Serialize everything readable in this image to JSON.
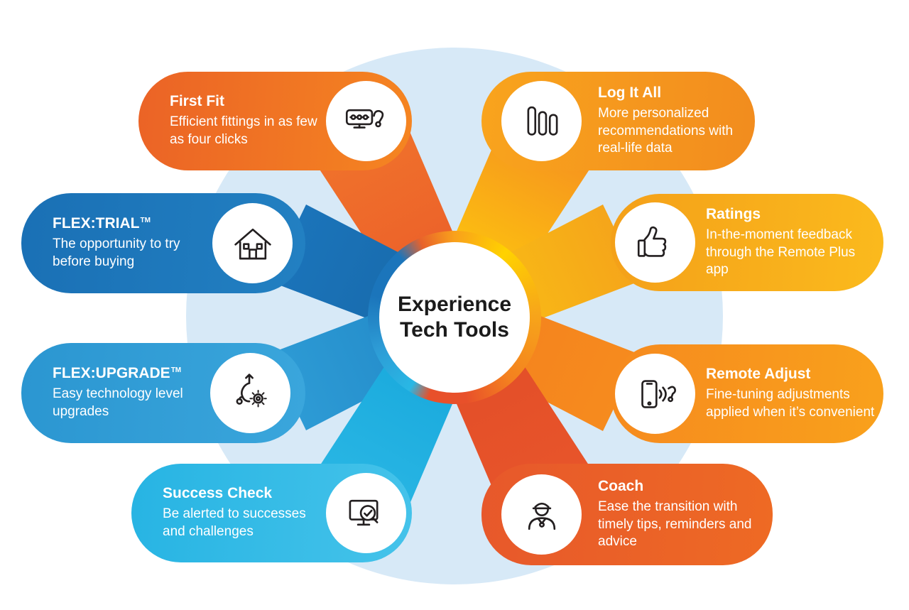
{
  "center": {
    "line1": "Experience",
    "line2": "Tech Tools"
  },
  "cards": {
    "first_fit": {
      "title": "First Fit",
      "body": "Efficient fittings in as few as four clicks"
    },
    "log_it_all": {
      "title": "Log It All",
      "body": "More personalized recommendations with real-life data"
    },
    "flex_trial": {
      "title": "FLEX:TRIAL",
      "suffix": "TM",
      "body": "The opportunity to try before buying"
    },
    "ratings": {
      "title": "Ratings",
      "body": "In-the-moment feedback through the Remote Plus app"
    },
    "flex_upgrade": {
      "title": "FLEX:UPGRADE",
      "suffix": "TM",
      "body": "Easy technology level upgrades"
    },
    "remote_adjust": {
      "title": "Remote Adjust",
      "body": "Fine-tuning adjustments applied when it’s convenient"
    },
    "success_check": {
      "title": "Success Check",
      "body": "Be alerted to successes and challenges"
    },
    "coach": {
      "title": "Coach",
      "body": "Ease the transition with timely tips, reminders and advice"
    }
  },
  "icons": {
    "first_fit": "fitting-screen-hearing-aid-icon",
    "log_it_all": "bar-chart-icon",
    "flex_trial": "house-icon",
    "ratings": "thumbs-up-icon",
    "flex_upgrade": "hearing-aid-upgrade-gear-icon",
    "remote_adjust": "smartphone-sound-hearing-aid-icon",
    "success_check": "monitor-check-magnifier-icon",
    "coach": "coach-person-icon"
  },
  "colors": {
    "background_circle": "#D7E9F7",
    "first_fit": "#EB6326",
    "log_it_all": "#F6941E",
    "flex_trial": "#1B75BB",
    "ratings": "#F5A71B",
    "flex_upgrade": "#2D9BD5",
    "remote_adjust": "#F68B1E",
    "success_check": "#29B8E5",
    "coach": "#E8552A",
    "spoke_yellow": "#FFD200",
    "center_text": "#1B1B1B"
  }
}
